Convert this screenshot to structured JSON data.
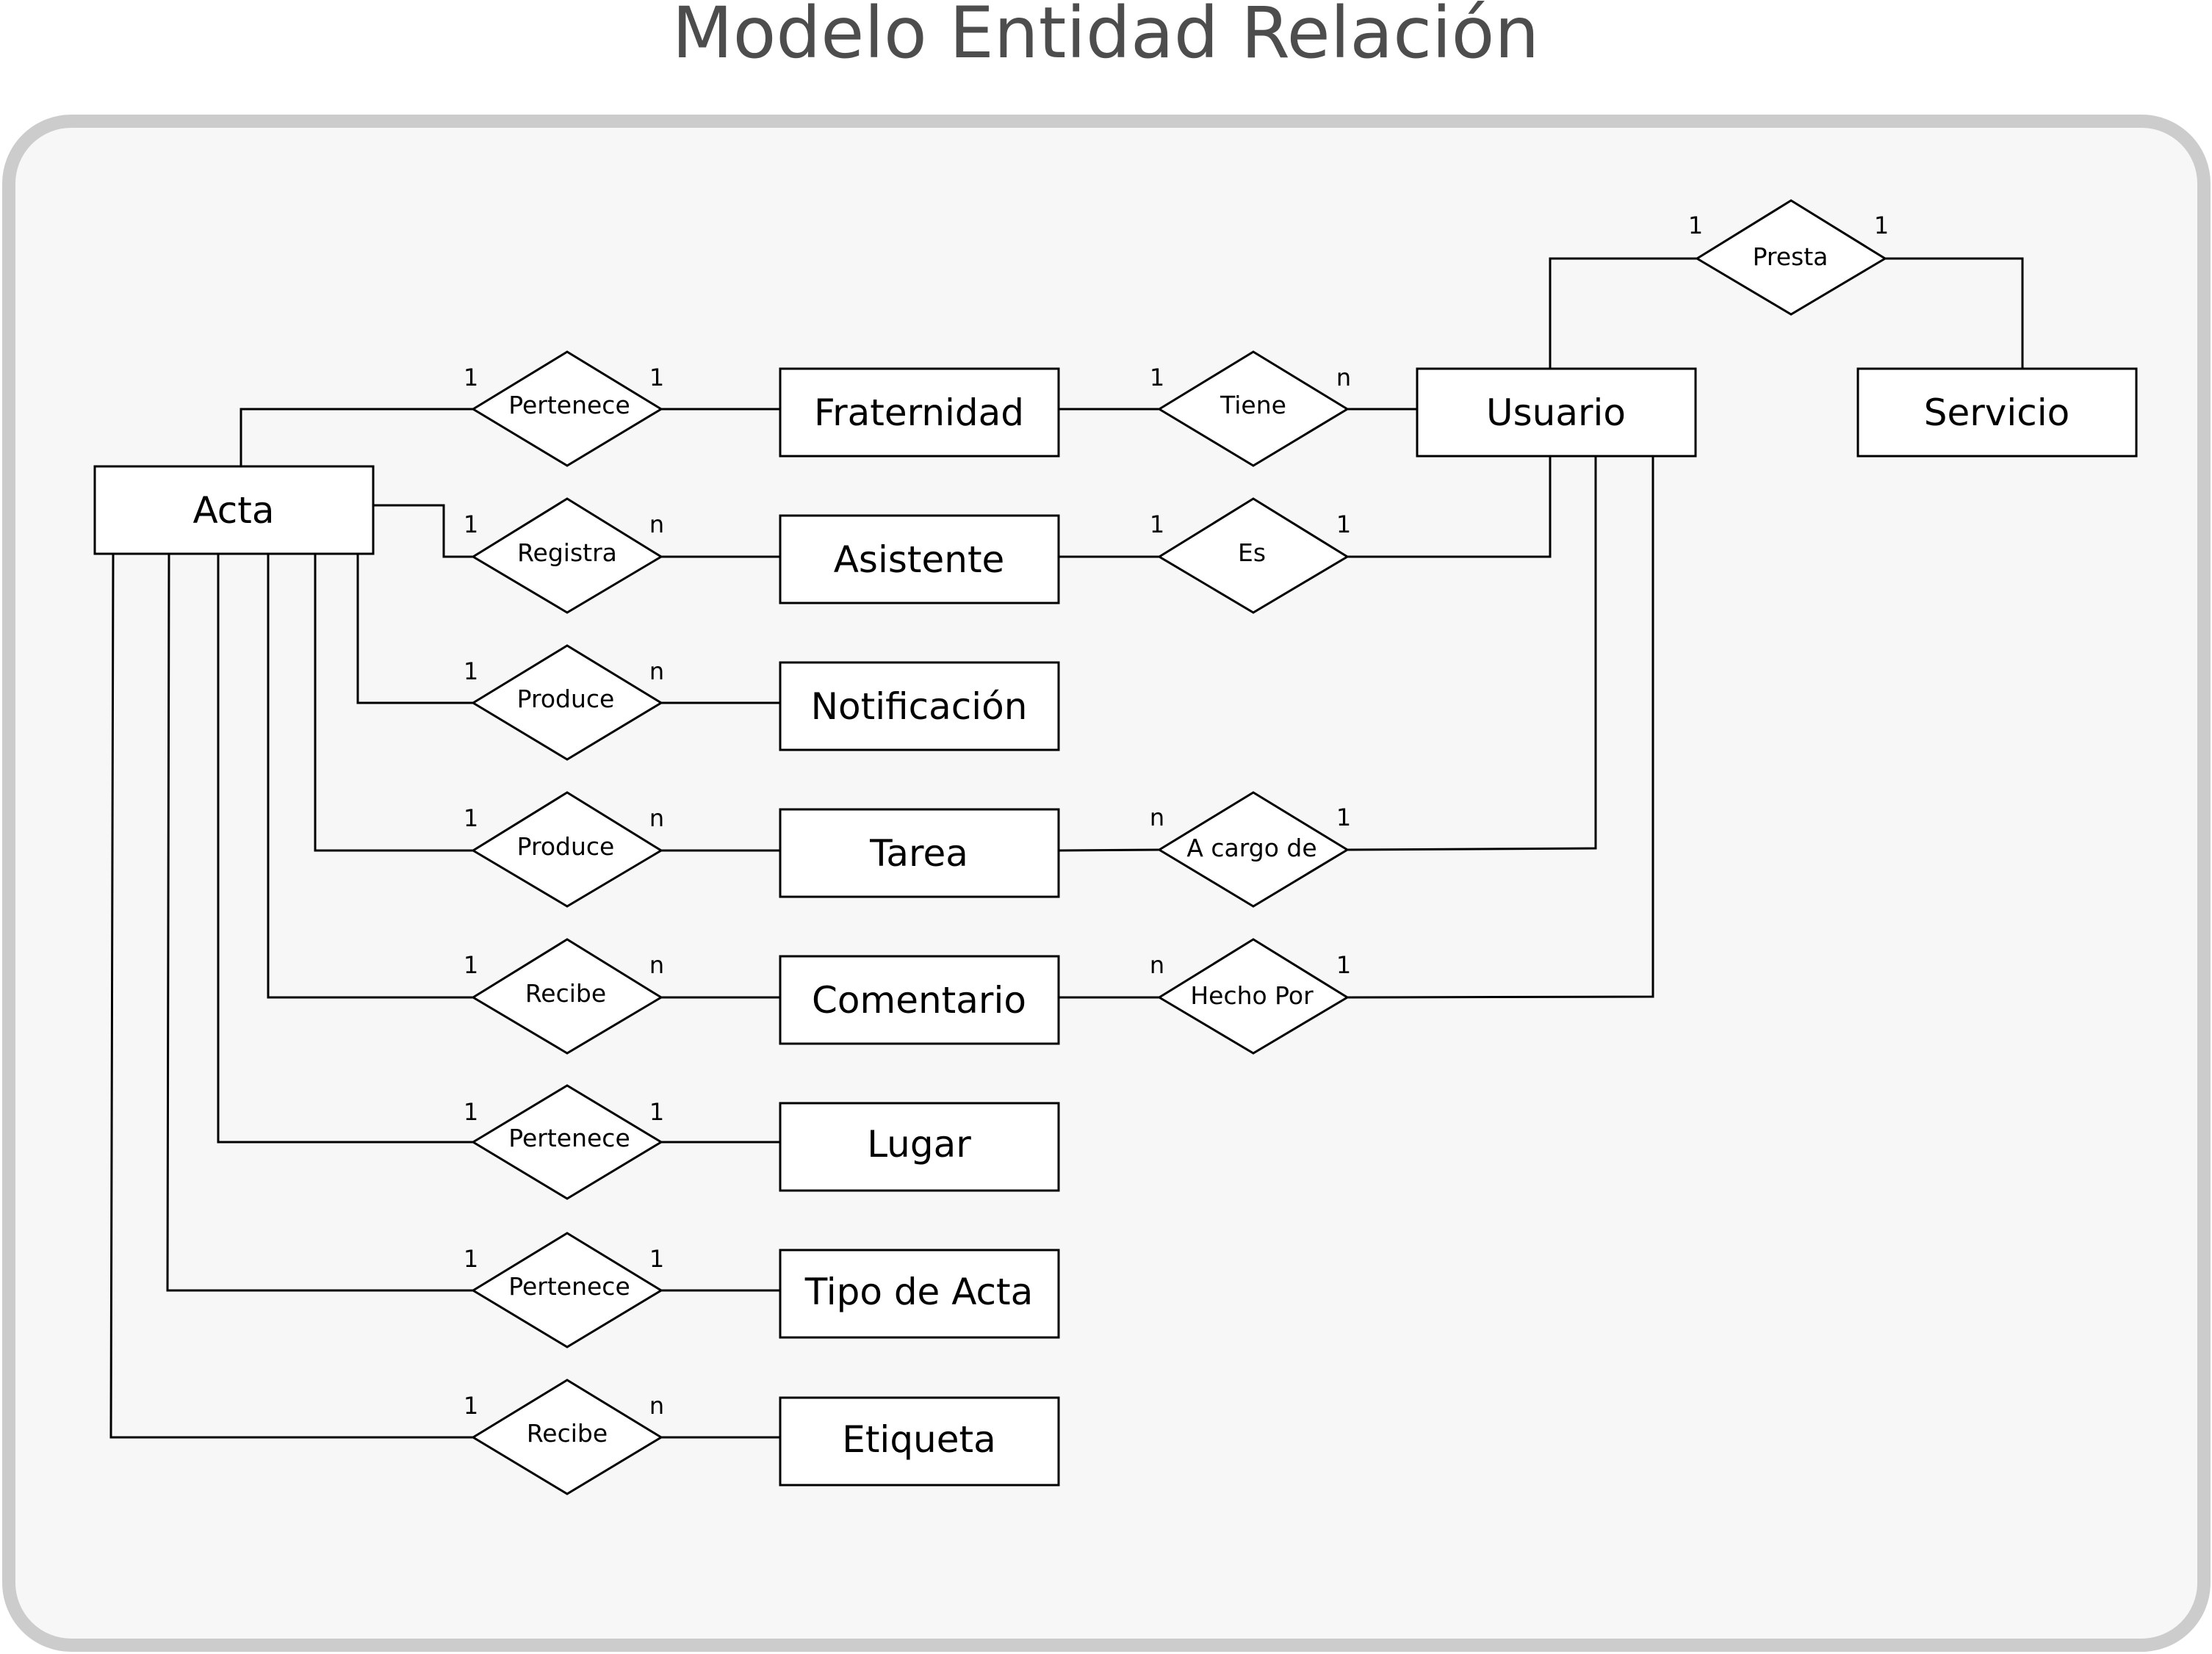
{
  "title": "Modelo Entidad Relación",
  "entities": {
    "acta": "Acta",
    "fraternidad": "Fraternidad",
    "asistente": "Asistente",
    "notificacion": "Notificación",
    "tarea": "Tarea",
    "comentario": "Comentario",
    "lugar": "Lugar",
    "tipo_acta": "Tipo de Acta",
    "etiqueta": "Etiqueta",
    "usuario": "Usuario",
    "servicio": "Servicio"
  },
  "relationships": {
    "pertenece_fraternidad": {
      "label": "Pertenece",
      "left": "1",
      "right": "1"
    },
    "registra": {
      "label": "Registra",
      "left": "1",
      "right": "n"
    },
    "produce_notificacion": {
      "label": "Produce",
      "left": "1",
      "right": "n"
    },
    "produce_tarea": {
      "label": "Produce",
      "left": "1",
      "right": "n"
    },
    "recibe_comentario": {
      "label": "Recibe",
      "left": "1",
      "right": "n"
    },
    "pertenece_lugar": {
      "label": "Pertenece",
      "left": "1",
      "right": "1"
    },
    "pertenece_tipo": {
      "label": "Pertenece",
      "left": "1",
      "right": "1"
    },
    "recibe_etiqueta": {
      "label": "Recibe",
      "left": "1",
      "right": "n"
    },
    "tiene": {
      "label": "Tiene",
      "left": "1",
      "right": "n"
    },
    "es": {
      "label": "Es",
      "left": "1",
      "right": "1"
    },
    "a_cargo_de": {
      "label": "A cargo de",
      "left": "n",
      "right": "1"
    },
    "hecho_por": {
      "label": "Hecho Por",
      "left": "n",
      "right": "1"
    },
    "presta": {
      "label": "Presta",
      "left": "1",
      "right": "1"
    }
  }
}
